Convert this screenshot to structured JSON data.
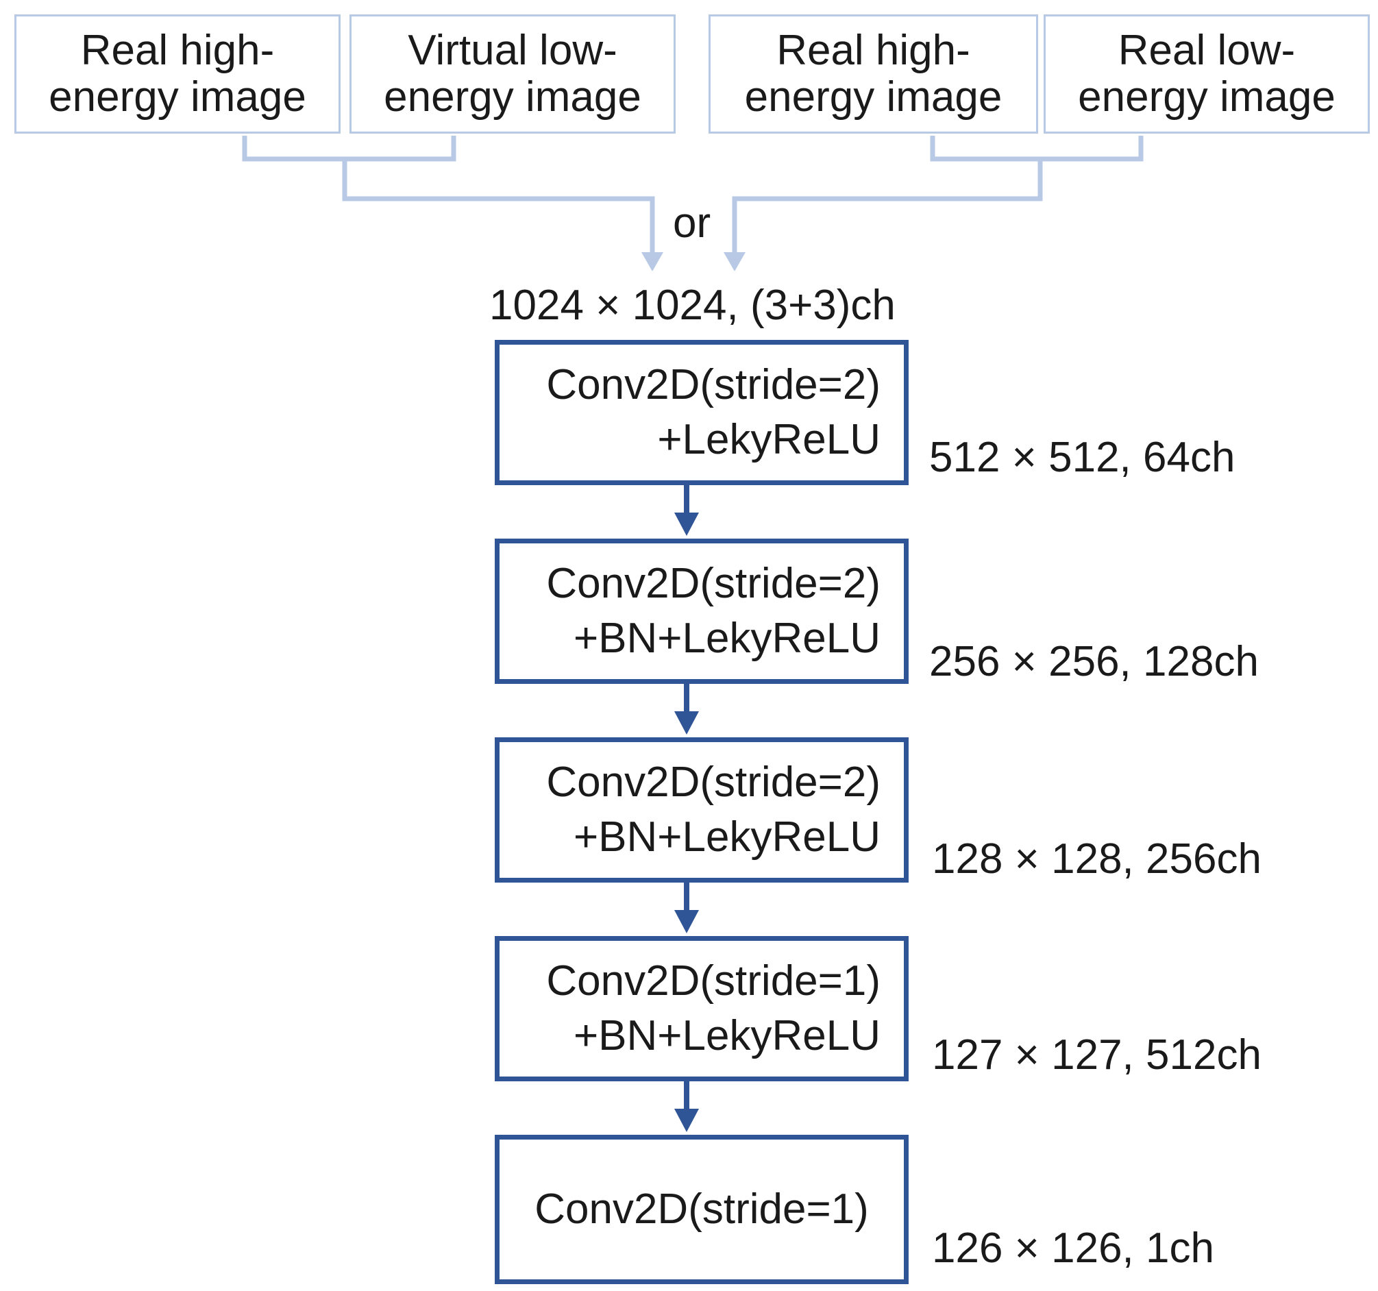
{
  "inputs": [
    {
      "label": "Real high-\nenergy image"
    },
    {
      "label": "Virtual  low-\nenergy image"
    },
    {
      "label": "Real high-\nenergy image"
    },
    {
      "label": "Real low-\nenergy image"
    }
  ],
  "or_label": "or",
  "input_shape": "1024 × 1024, (3+3)ch",
  "layers": [
    {
      "line1": "Conv2D(stride=2)",
      "line2": "+LekyReLU",
      "output": "512 × 512, 64ch"
    },
    {
      "line1": "Conv2D(stride=2)",
      "line2": "+BN+LekyReLU",
      "output": "256 × 256, 128ch"
    },
    {
      "line1": "Conv2D(stride=2)",
      "line2": "+BN+LekyReLU",
      "output": "128 × 128, 256ch"
    },
    {
      "line1": "Conv2D(stride=1)",
      "line2": "+BN+LekyReLU",
      "output": "127 × 127, 512ch"
    },
    {
      "line1": "Conv2D(stride=1)",
      "line2": "",
      "output": "126 × 126, 1ch"
    }
  ],
  "colors": {
    "input_border": "#b8c9e6",
    "connector": "#b8c9e6",
    "layer_border": "#2f5597",
    "arrow": "#2f5597"
  }
}
